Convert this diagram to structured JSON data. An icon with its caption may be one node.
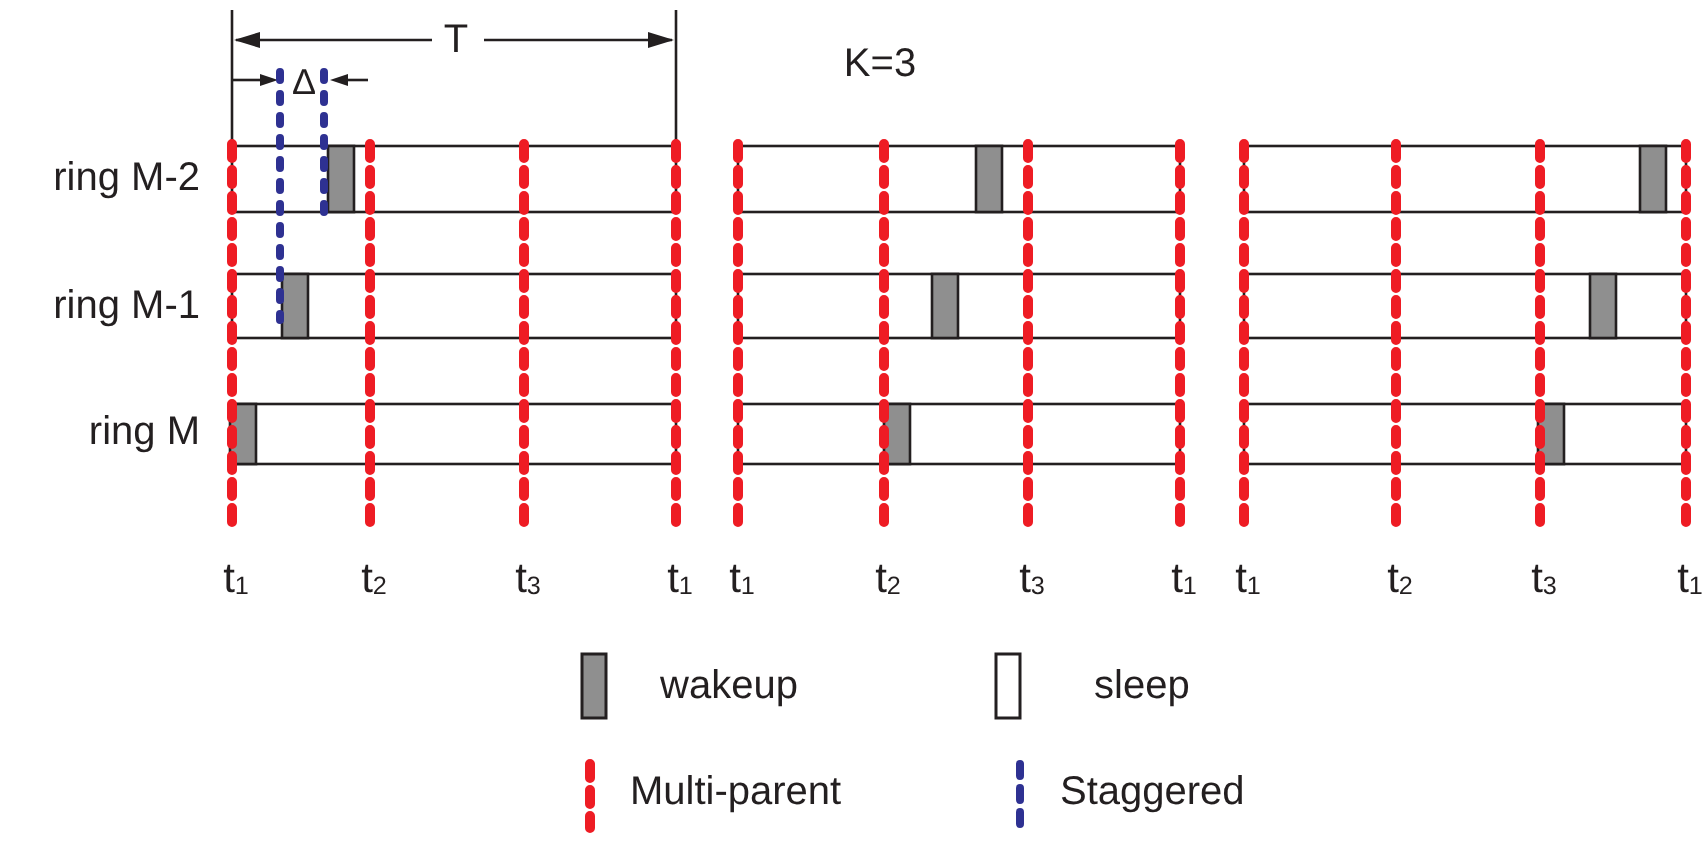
{
  "diagram": {
    "labels": [
      "T",
      "K=3",
      "Δ",
      "ring M-2",
      "ring M-1",
      "ring M",
      "t$_{1}$",
      "t$_{2}$",
      "t$_{3}$",
      "t$_{1}$",
      "t$_{1}$",
      "t$_{2}$",
      "t$_{3}$",
      "t$_{1}$",
      "t$_{1}$",
      "t$_{2}$",
      "t$_{3}$",
      "t$_{1}$"
    ],
    "legend": [
      {
        "text": "wakeup",
        "color": "#8f8f8f"
      },
      {
        "text": "sleep",
        "color": "#ffffff"
      },
      {
        "text": "Multi-parent"
      },
      {
        "text": "Staggered"
      }
    ]
  }
}
